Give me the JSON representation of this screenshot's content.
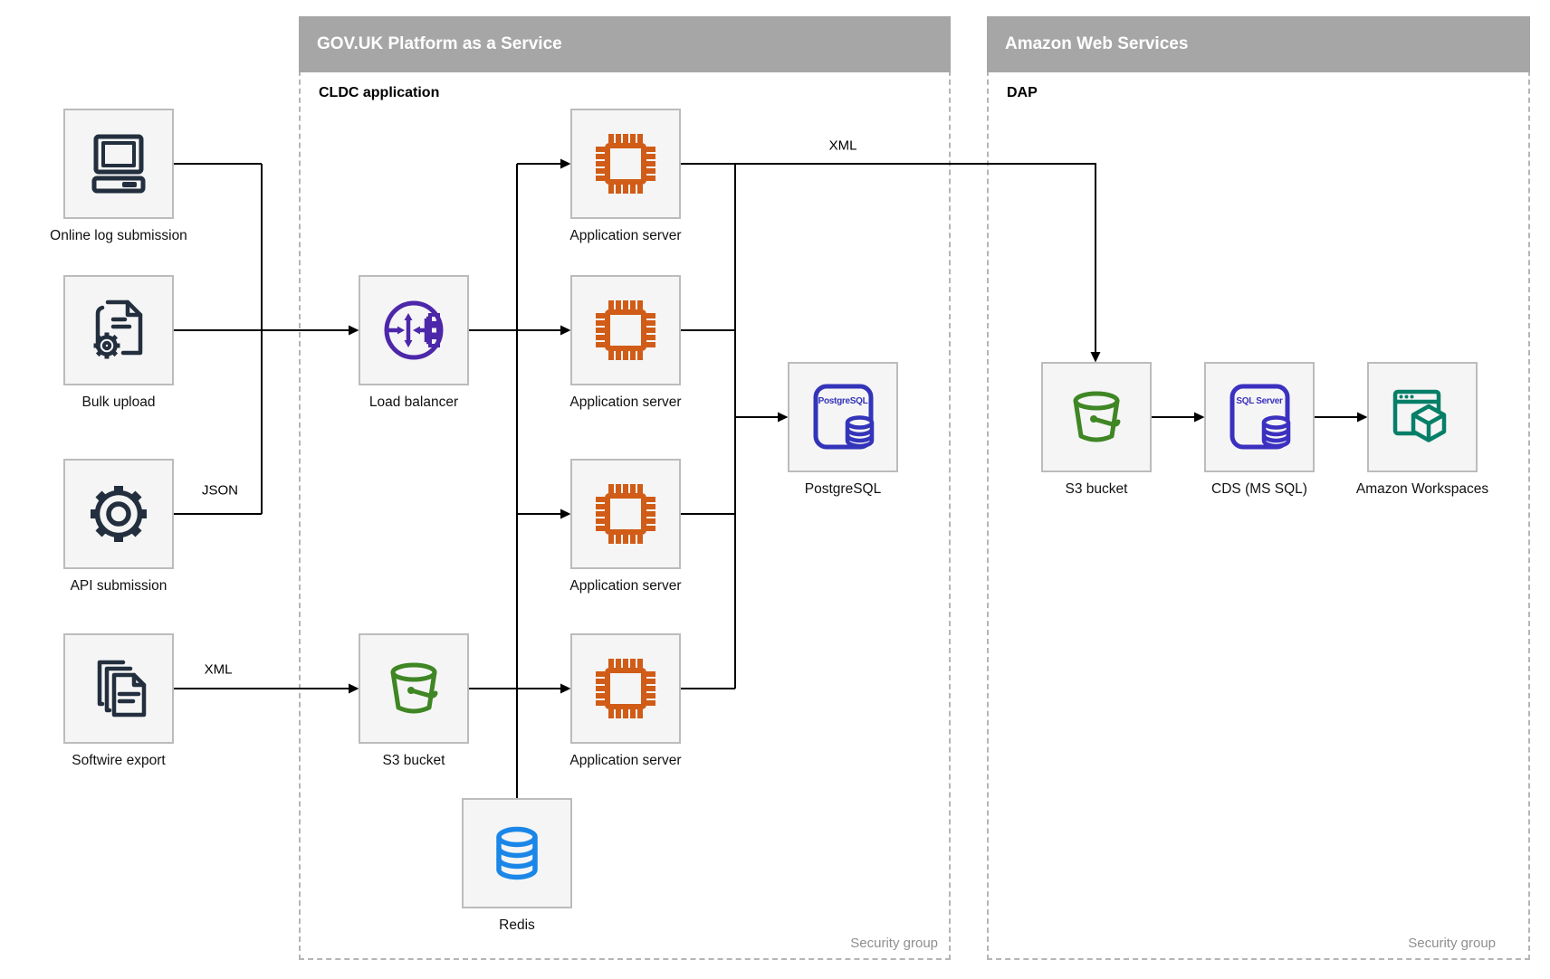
{
  "containers": {
    "paas": {
      "title": "GOV.UK Platform as a Service",
      "sublabel": "CLDC application",
      "footer": "Security group"
    },
    "aws": {
      "title": "Amazon Web Services",
      "sublabel": "DAP",
      "footer": "Security group"
    }
  },
  "nodes": {
    "online_log": {
      "label": "Online log submission"
    },
    "bulk_upload": {
      "label": "Bulk upload"
    },
    "api_submission": {
      "label": "API submission"
    },
    "softwire_export": {
      "label": "Softwire export"
    },
    "load_balancer": {
      "label": "Load balancer"
    },
    "app_server_1": {
      "label": "Application server"
    },
    "app_server_2": {
      "label": "Application server"
    },
    "app_server_3": {
      "label": "Application server"
    },
    "app_server_4": {
      "label": "Application server"
    },
    "s3_paas": {
      "label": "S3 bucket"
    },
    "redis": {
      "label": "Redis"
    },
    "postgresql": {
      "label": "PostgreSQL"
    },
    "s3_aws": {
      "label": "S3 bucket"
    },
    "cds": {
      "label": "CDS (MS SQL)"
    },
    "workspaces": {
      "label": "Amazon Workspaces"
    }
  },
  "edge_labels": {
    "json": "JSON",
    "xml_left": "XML",
    "xml_right": "XML"
  },
  "icon_texts": {
    "postgresql": "PostgreSQL",
    "sql_server": "SQL Server"
  },
  "colors": {
    "navy": "#232f3e",
    "purple": "#4d27aa",
    "orange": "#d05c17",
    "green": "#3f8624",
    "indigo": "#3334b9",
    "sql_indigo": "#3b30c0",
    "redis_blue": "#1a87e8",
    "teal": "#067f68",
    "edge": "#000000"
  }
}
